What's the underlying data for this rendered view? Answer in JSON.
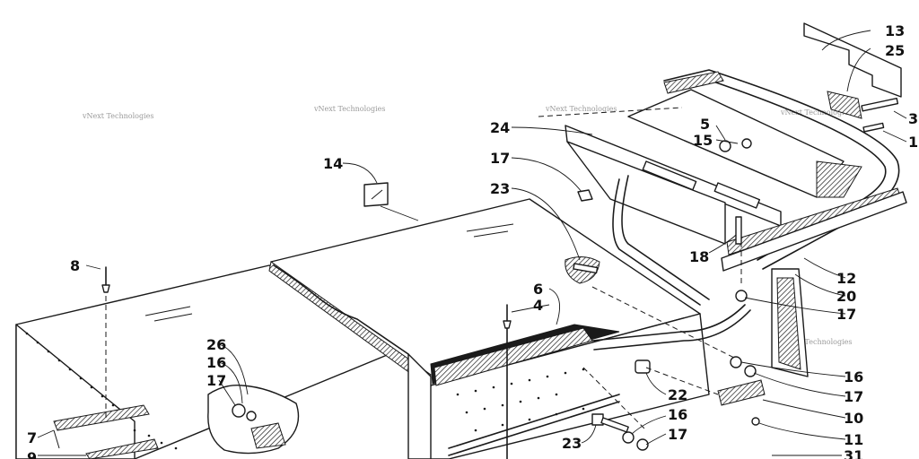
{
  "watermark": {
    "text": "vNext Technologies",
    "big_text": "vNext"
  },
  "callouts": [
    {
      "id": "13",
      "label": "13"
    },
    {
      "id": "25",
      "label": "25"
    },
    {
      "id": "3",
      "label": "3"
    },
    {
      "id": "1",
      "label": "1"
    },
    {
      "id": "24",
      "label": "24"
    },
    {
      "id": "5",
      "label": "5"
    },
    {
      "id": "15",
      "label": "15"
    },
    {
      "id": "17a",
      "label": "17"
    },
    {
      "id": "23a",
      "label": "23"
    },
    {
      "id": "14",
      "label": "14"
    },
    {
      "id": "18",
      "label": "18"
    },
    {
      "id": "12",
      "label": "12"
    },
    {
      "id": "20",
      "label": "20"
    },
    {
      "id": "17b",
      "label": "17"
    },
    {
      "id": "8",
      "label": "8"
    },
    {
      "id": "6",
      "label": "6"
    },
    {
      "id": "4",
      "label": "4"
    },
    {
      "id": "26",
      "label": "26"
    },
    {
      "id": "16a",
      "label": "16"
    },
    {
      "id": "17c",
      "label": "17"
    },
    {
      "id": "16b",
      "label": "16"
    },
    {
      "id": "17d",
      "label": "17"
    },
    {
      "id": "22",
      "label": "22"
    },
    {
      "id": "10",
      "label": "10"
    },
    {
      "id": "16c",
      "label": "16"
    },
    {
      "id": "17e",
      "label": "17"
    },
    {
      "id": "23b",
      "label": "23"
    },
    {
      "id": "11",
      "label": "11"
    },
    {
      "id": "7",
      "label": "7"
    },
    {
      "id": "9",
      "label": "9"
    },
    {
      "id": "31",
      "label": "31"
    }
  ]
}
